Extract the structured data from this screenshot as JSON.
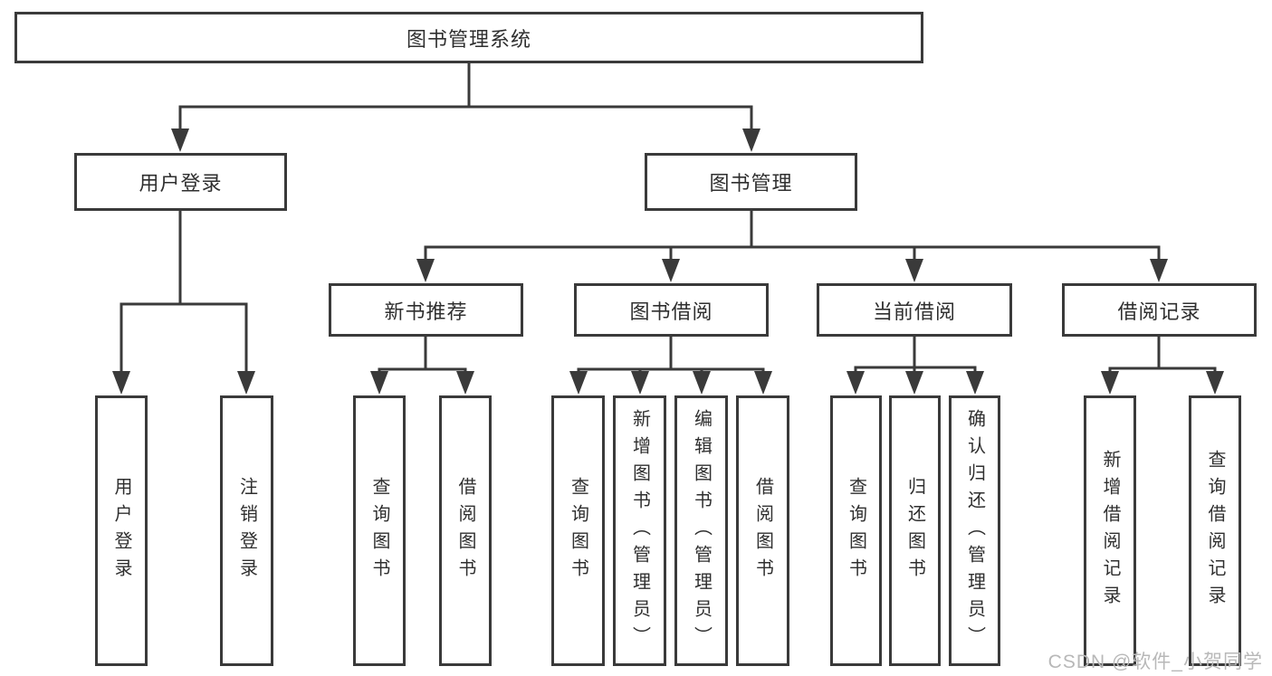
{
  "diagram": {
    "root": {
      "label": "图书管理系统"
    },
    "user_login": {
      "label": "用户登录",
      "children": [
        {
          "label": "用户登录"
        },
        {
          "label": "注销登录"
        }
      ]
    },
    "book_mgmt": {
      "label": "图书管理",
      "sections": {
        "new_rec": {
          "label": "新书推荐",
          "children": [
            {
              "label": "查询图书"
            },
            {
              "label": "借阅图书"
            }
          ]
        },
        "borrow": {
          "label": "图书借阅",
          "children": [
            {
              "label": "查询图书"
            },
            {
              "label": "新增图书（管理员）"
            },
            {
              "label": "编辑图书（管理员）"
            },
            {
              "label": "借阅图书"
            }
          ]
        },
        "current": {
          "label": "当前借阅",
          "children": [
            {
              "label": "查询图书"
            },
            {
              "label": "归还图书"
            },
            {
              "label": "确认归还（管理员）"
            }
          ]
        },
        "records": {
          "label": "借阅记录",
          "children": [
            {
              "label": "新增借阅记录"
            },
            {
              "label": "查询借阅记录"
            }
          ]
        }
      }
    }
  },
  "watermark": {
    "text": "CSDN @软件_小贺同学",
    "color": "#b8b8b8"
  },
  "colors": {
    "line": "#3a3a3a",
    "box_border": "#3a3a3a",
    "text": "#2f2f2f",
    "background": "#ffffff"
  }
}
